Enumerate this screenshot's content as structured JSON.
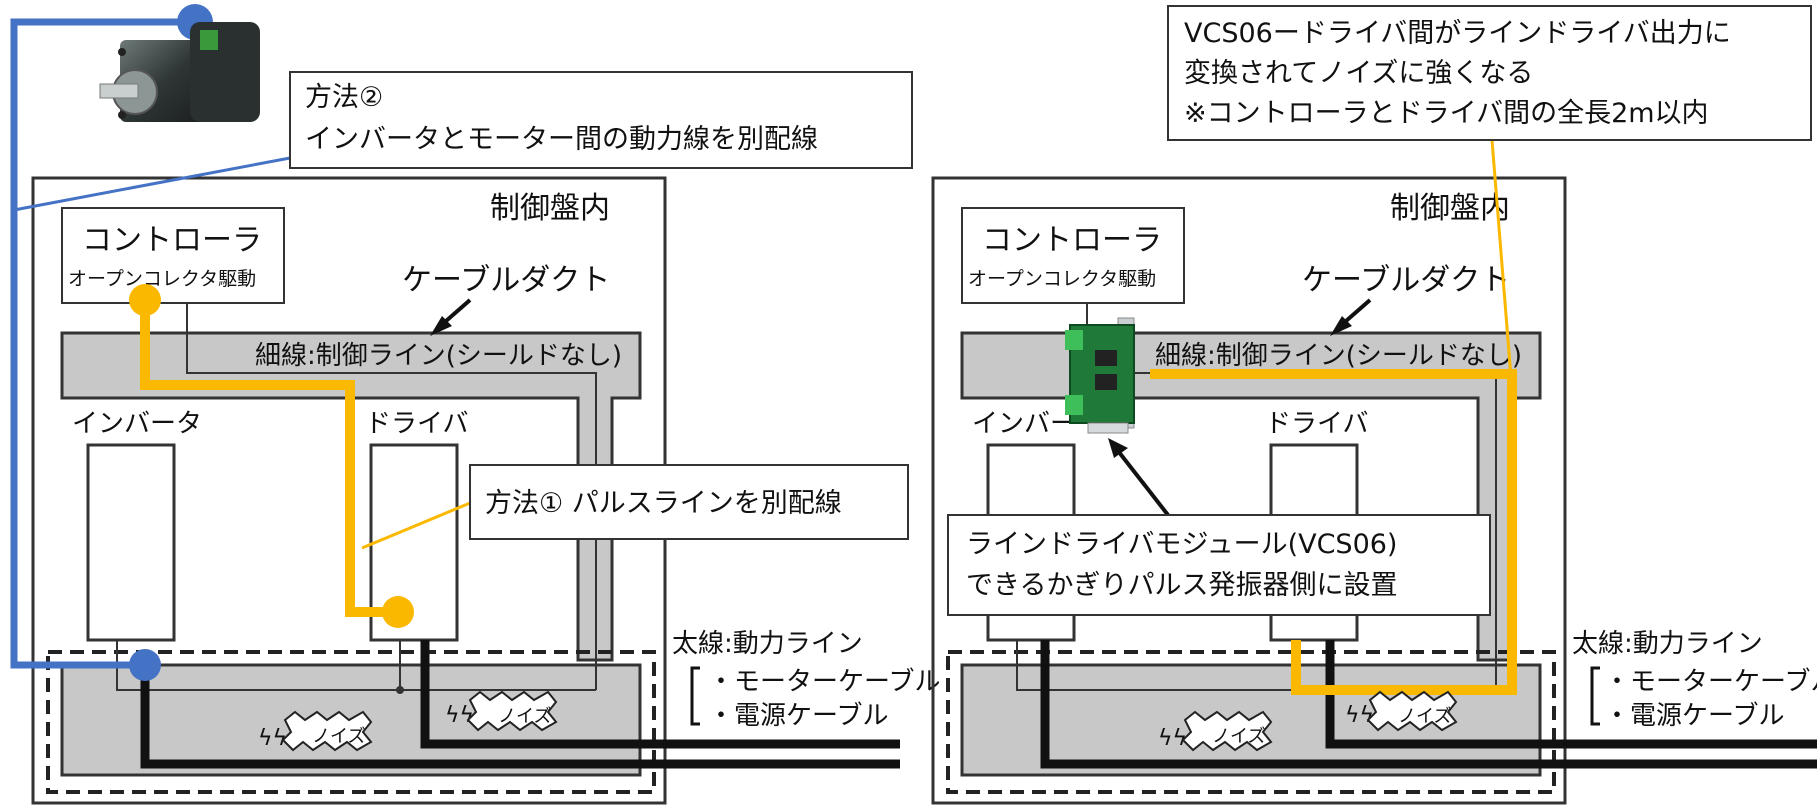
{
  "left": {
    "panel_title": "制御盤内",
    "controller": {
      "title": "コントローラ",
      "subtitle": "オープンコレクタ駆動"
    },
    "duct_label": "ケーブルダクト",
    "signal_line_label": "細線:制御ライン(シールドなし)",
    "inverter_label": "インバータ",
    "driver_label": "ドライバ",
    "power_line": {
      "title": "太線:動力ライン",
      "items": [
        "・モーターケーブル",
        "・電源ケーブル"
      ]
    },
    "noise_labels": [
      "ノイズ",
      "ノイズ"
    ],
    "callout_method2": {
      "line1": "方法②",
      "line2": "インバータとモーター間の動力線を別配線"
    },
    "callout_method1": "方法① パルスラインを別配線"
  },
  "right": {
    "panel_title": "制御盤内",
    "controller": {
      "title": "コントローラ",
      "subtitle": "オープンコレクタ駆動"
    },
    "duct_label": "ケーブルダクト",
    "signal_line_label": "細線:制御ライン(シールドなし)",
    "inverter_label": "インバー",
    "driver_label": "ドライバ",
    "power_line": {
      "title": "太線:動力ライン",
      "items": [
        "・モーターケーブル",
        "・電源ケーブル"
      ]
    },
    "noise_labels": [
      "ノイズ",
      "ノイズ"
    ],
    "callout_top": {
      "line1": "VCS06ードライバ間がラインドライバ出力に",
      "line2": "変換されてノイズに強くなる",
      "line3": "※コントローラとドライバ間の全長2m以内"
    },
    "callout_module": {
      "line1": "ラインドライバモジュール(VCS06)",
      "line2": "できるかぎりパルス発振器側に設置"
    }
  },
  "colors": {
    "pulse_line": "#FBB800",
    "power_wire": "#4472C4",
    "duct": "#C8C8C8",
    "cable": "#111111"
  }
}
